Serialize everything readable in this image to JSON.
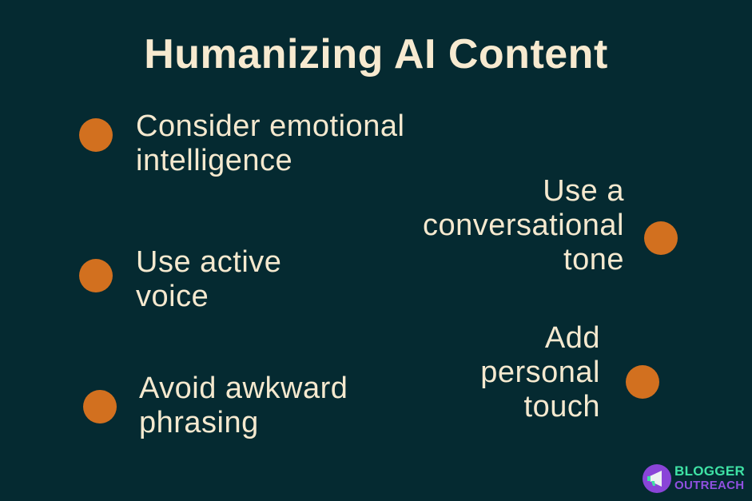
{
  "title": "Humanizing AI Content",
  "colors": {
    "background": "#052a31",
    "text": "#f5e9cf",
    "bullet": "#d2701f",
    "logo_green": "#3fe3a5",
    "logo_purple": "#9050e0"
  },
  "items": [
    {
      "label": "Consider emotional\nintelligence",
      "side": "left"
    },
    {
      "label": "Use active\nvoice",
      "side": "left"
    },
    {
      "label": "Avoid awkward\nphrasing",
      "side": "left"
    },
    {
      "label": "Use a\nconversational\ntone",
      "side": "right"
    },
    {
      "label": "Add\npersonal\ntouch",
      "side": "right"
    }
  ],
  "logo": {
    "line1": "BLOGGER",
    "line2": "OUTREACH",
    "icon": "megaphone-icon"
  }
}
